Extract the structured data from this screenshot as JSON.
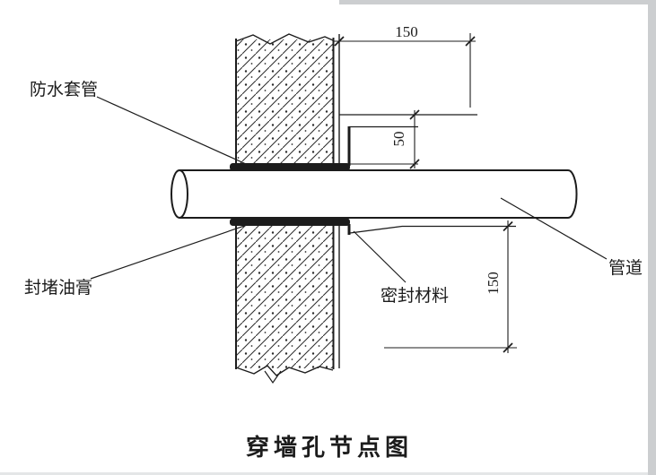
{
  "diagram": {
    "title": "穿墙孔节点图",
    "labels": {
      "waterproof_sleeve": "防水套管",
      "sealing_putty": "封堵油膏",
      "sealing_material": "密封材料",
      "pipe": "管道"
    },
    "dimensions": {
      "top_offset": "150",
      "sleeve_step": "50",
      "bottom_offset": "150"
    },
    "colors": {
      "ink": "#1c1c1c",
      "paper": "#ffffff",
      "scan_edge": "#ccced0"
    }
  }
}
